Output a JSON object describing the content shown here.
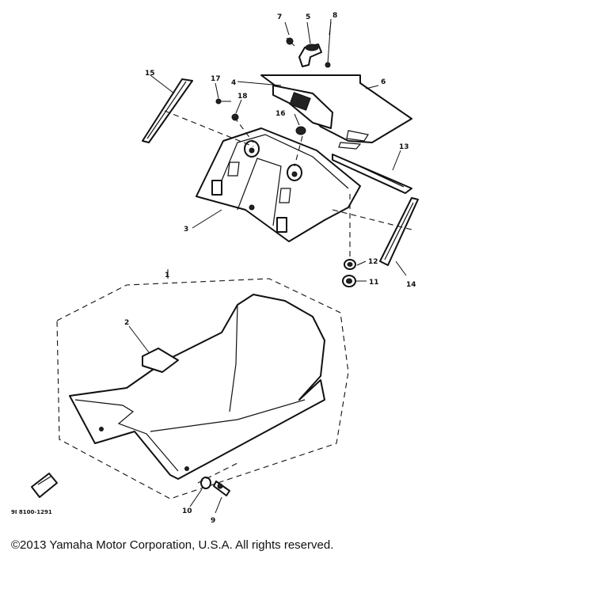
{
  "diagram": {
    "callouts": [
      "1",
      "2",
      "3",
      "4",
      "5",
      "6",
      "7",
      "8",
      "9",
      "10",
      "11",
      "12",
      "13",
      "14",
      "15",
      "16",
      "17",
      "18"
    ],
    "reference_code": "9I 8100-1291"
  },
  "footer": {
    "copyright": "©2013 Yamaha Motor Corporation, U.S.A. All rights reserved."
  }
}
